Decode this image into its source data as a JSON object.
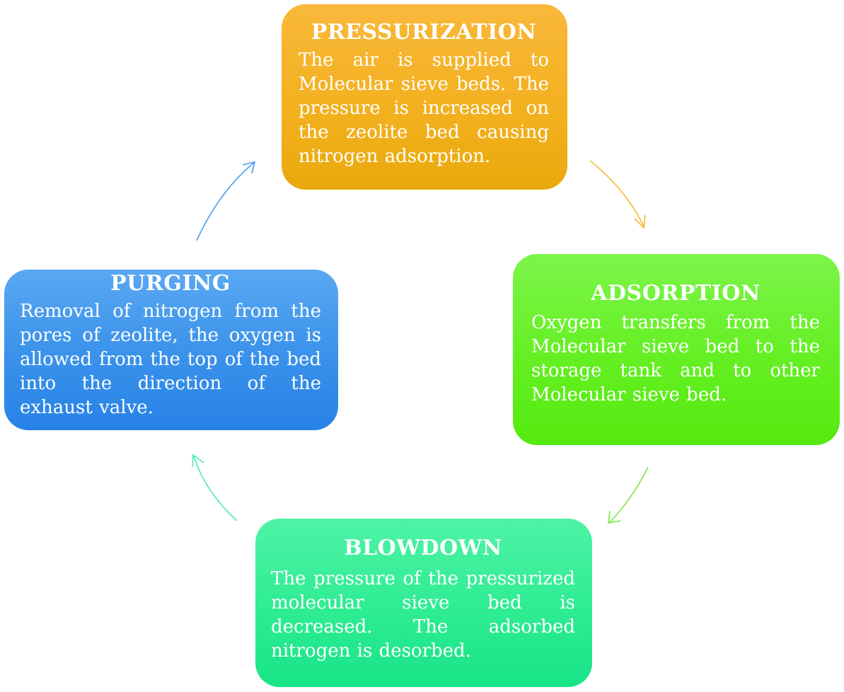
{
  "steps": {
    "pressurization": {
      "title": "PRESSURIZATION",
      "text": "The air is supplied to Molecular sieve beds. The pressure is increased on the zeolite bed causing nitrogen adsorption.",
      "color": "#f2b01e"
    },
    "adsorption": {
      "title": "ADSORPTION",
      "text": "Oxygen transfers from the Molecular sieve bed to the storage tank and to other Molecular sieve bed.",
      "color": "#64ef22"
    },
    "blowdown": {
      "title": "BLOWDOWN",
      "text": "The pressure of the pressurized molecular sieve bed is decreased. The adsorbed nitrogen is desorbed.",
      "color": "#2eec92"
    },
    "purging": {
      "title": "PURGING",
      "text": "Removal of nitrogen from the pores of zeolite, the oxygen is allowed from the top of the bed into the direction of the exhaust valve.",
      "color": "#3991ea"
    }
  },
  "arrows": {
    "pressurization_to_adsorption": {
      "color": "#f5b832"
    },
    "adsorption_to_blowdown": {
      "color": "#78e84a"
    },
    "blowdown_to_purging": {
      "color": "#4fe8b0"
    },
    "purging_to_pressurization": {
      "color": "#4a9de8"
    }
  }
}
